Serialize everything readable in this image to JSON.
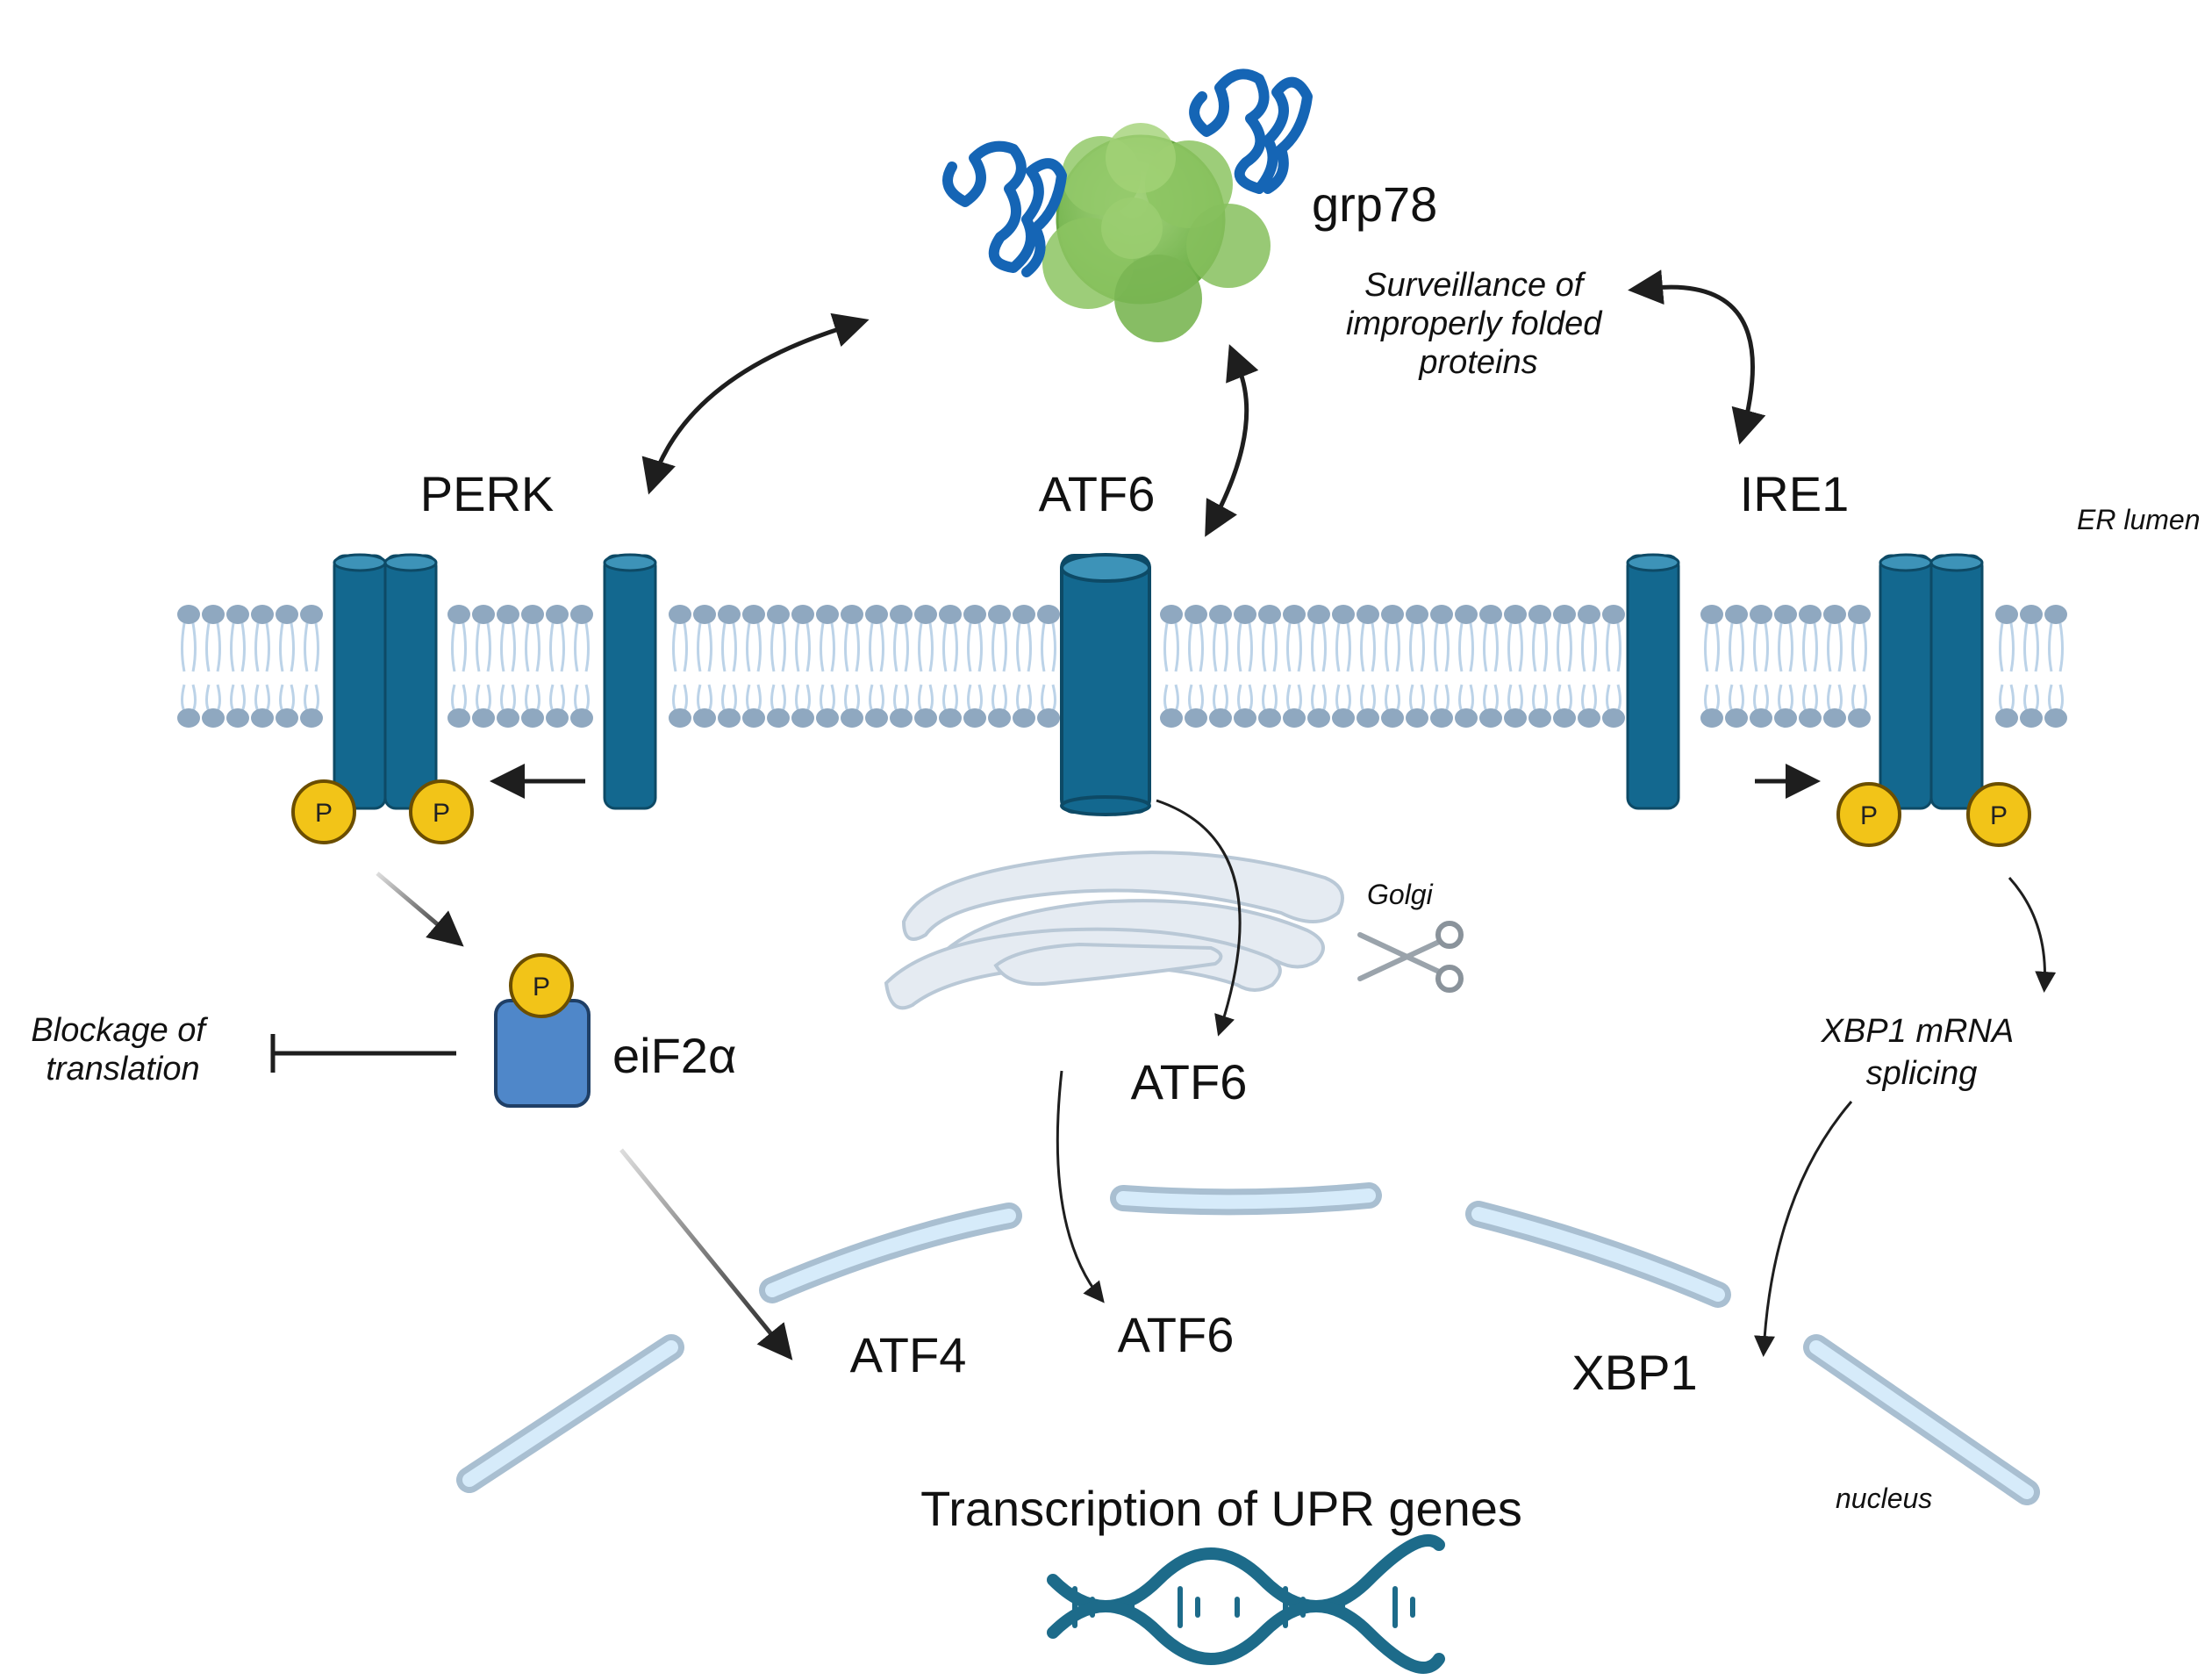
{
  "labels": {
    "grp78": "grp78",
    "surveillance": [
      "Surveillance of",
      "improperly folded",
      "proteins"
    ],
    "perk": "PERK",
    "atf6_membrane": "ATF6",
    "ire1": "IRE1",
    "er_lumen": "ER lumen",
    "golgi": "Golgi",
    "eif2a": "eiF2α",
    "blockage": [
      "Blockage of",
      "translation"
    ],
    "atf6_cleaved": "ATF6",
    "xbp1_splicing": [
      "XBP1 mRNA",
      "splicing"
    ],
    "atf4": "ATF4",
    "atf6_nucleus": "ATF6",
    "xbp1": "XBP1",
    "nucleus": "nucleus",
    "transcription": "Transcription of UPR genes",
    "phospho": "P"
  },
  "colors": {
    "receptor": "#13688f",
    "receptor_top": "#3d93b8",
    "membrane_head": "#8fa8c0",
    "membrane_tail": "#bcd3e8",
    "phospho": "#f2c418",
    "eif2a": "#4f87c9",
    "grp78": "#7cbb55",
    "unfolded_protein": "#1565b5",
    "golgi": "#e5ebf2",
    "nucleus_envelope": "#d6ebfa",
    "dna": "#1d6b8a"
  },
  "icons": [
    "scissors-icon",
    "dna-helix-icon",
    "grp78-chaperone-icon",
    "unfolded-protein-icon"
  ]
}
